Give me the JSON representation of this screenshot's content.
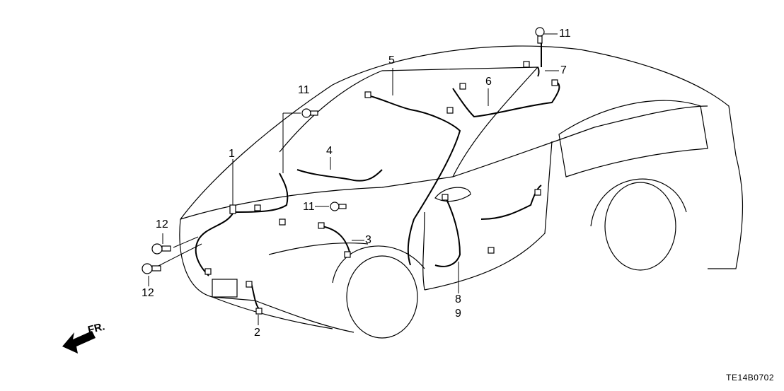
{
  "diagram": {
    "title": "Wire Harness Diagram",
    "part_code": "TE14B0702",
    "direction_label": "FR.",
    "callouts": [
      {
        "id": "1",
        "label": "1"
      },
      {
        "id": "2",
        "label": "2"
      },
      {
        "id": "3",
        "label": "3"
      },
      {
        "id": "4",
        "label": "4"
      },
      {
        "id": "5",
        "label": "5"
      },
      {
        "id": "6",
        "label": "6"
      },
      {
        "id": "7",
        "label": "7"
      },
      {
        "id": "8",
        "label": "8"
      },
      {
        "id": "9",
        "label": "9"
      },
      {
        "id": "11a",
        "label": "11"
      },
      {
        "id": "11b",
        "label": "11"
      },
      {
        "id": "11c",
        "label": "11"
      },
      {
        "id": "12a",
        "label": "12"
      },
      {
        "id": "12b",
        "label": "12"
      }
    ]
  }
}
